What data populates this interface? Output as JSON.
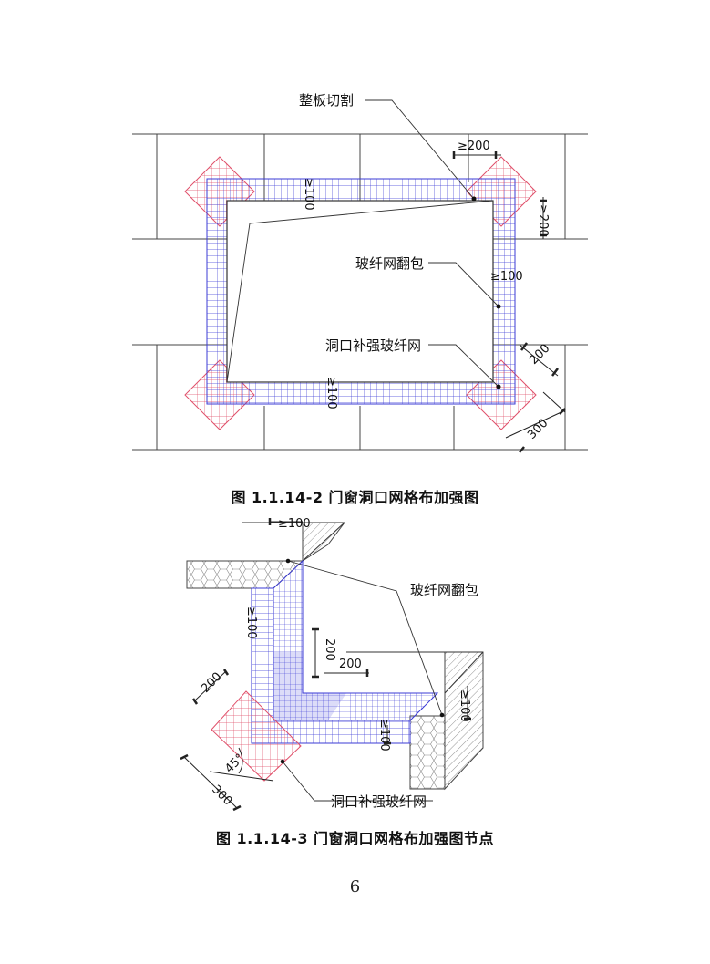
{
  "figure1": {
    "caption": "图 1.1.14-2 门窗洞口网格布加强图",
    "labels": {
      "board_cut": "整板切割",
      "wrap_mesh": "玻纤网翻包",
      "reinforce_mesh": "洞口补强玻纤网"
    },
    "dims": {
      "top_200": "≥200",
      "right_200": "≥200",
      "corner_200": "200",
      "corner_300": "300",
      "top_100": "≥100",
      "right_100": "≥100",
      "bottom_100": "≥100"
    }
  },
  "figure2": {
    "caption": "图 1.1.14-3 门窗洞口网格布加强图节点",
    "labels": {
      "wrap_mesh": "玻纤网翻包",
      "reinforce_mesh": "洞口补强玻纤网"
    },
    "dims": {
      "top_100": "≥100",
      "left_100": "≥100",
      "vert_200": "200",
      "horiz_200": "200",
      "diag_200": "200",
      "right_100": "≥100",
      "mid_100": "≥100",
      "angle": "45°",
      "diag_300": "300"
    }
  },
  "page_number": "6",
  "colors": {
    "mesh_blue": "#3b3bd6",
    "mesh_red": "#e0506a",
    "line": "#333333"
  }
}
